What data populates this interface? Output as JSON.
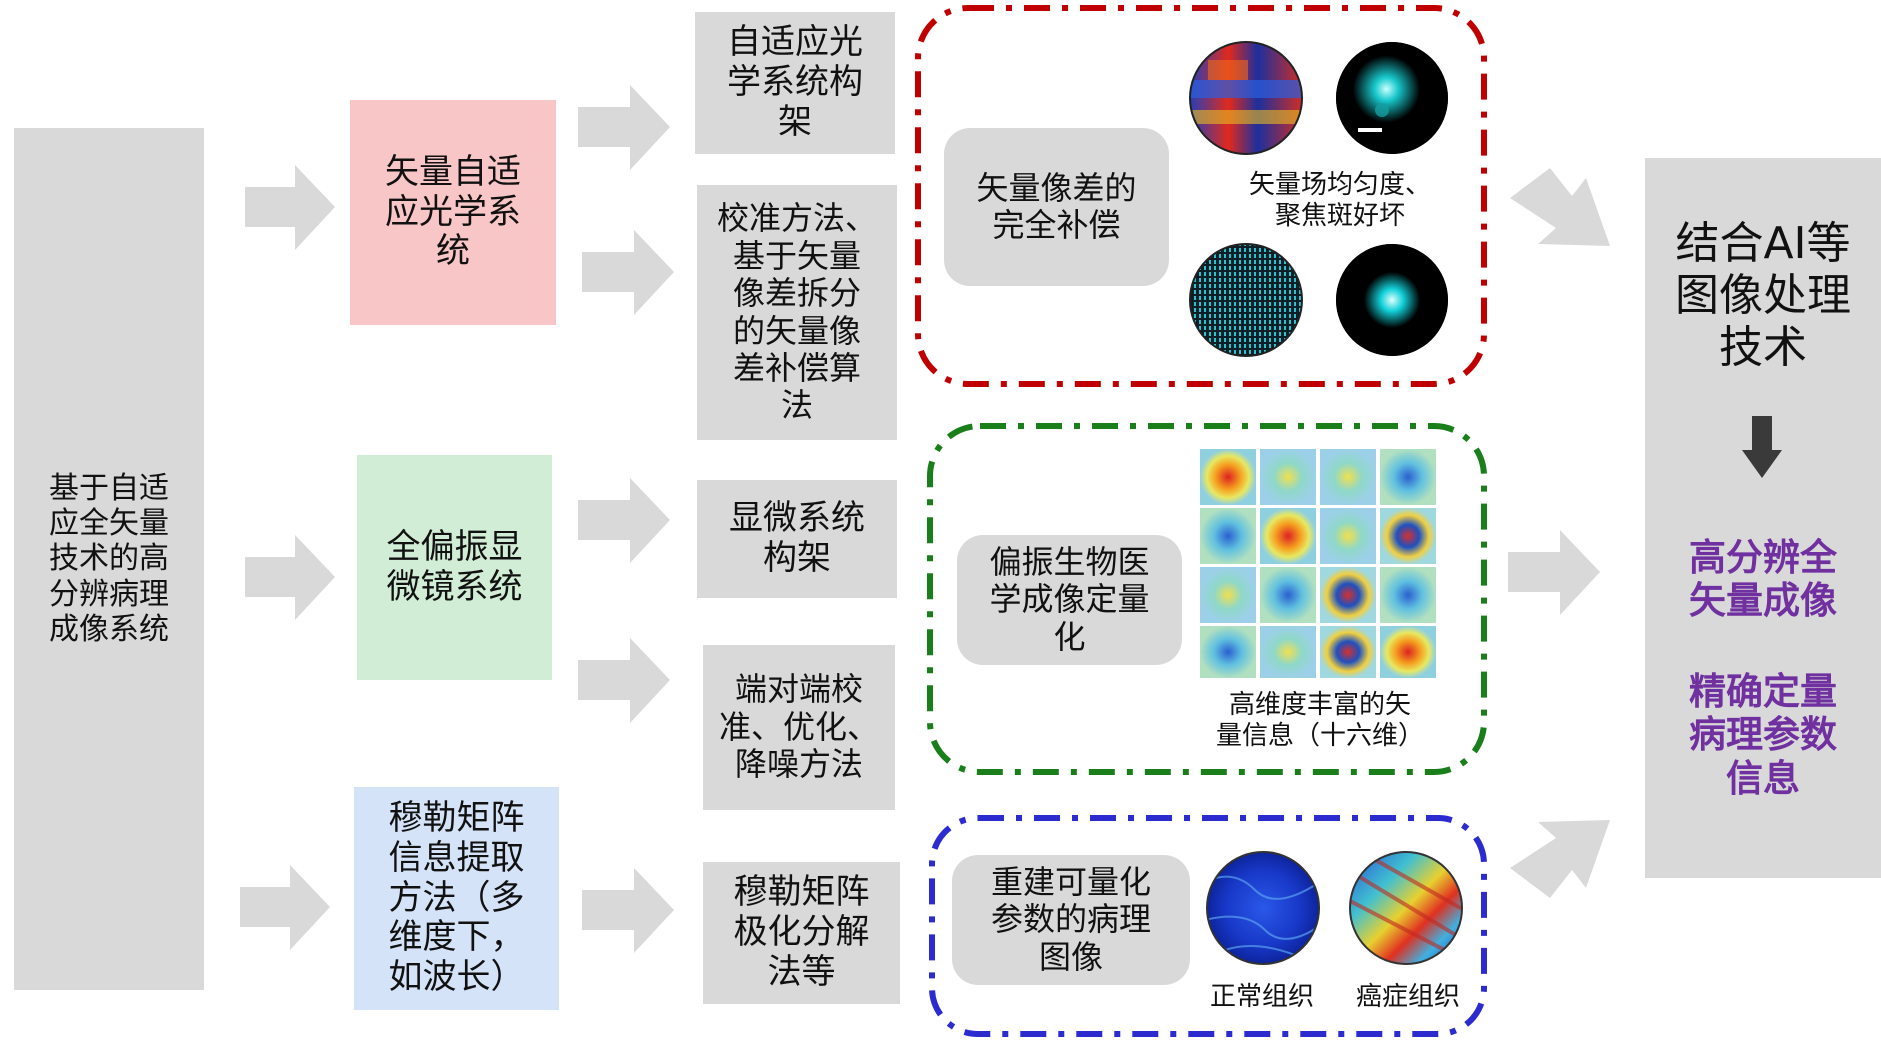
{
  "left_root": "基于自适\n应全矢量\n技术的高\n分辨病理\n成像系统",
  "stage1": {
    "vector_ao": "矢量自适\n应光学系\n统",
    "full_pol": "全偏振显\n微镜系统",
    "mueller_extract": "穆勒矩阵\n信息提取\n方法（多\n维度下，\n如波长）"
  },
  "stage2": {
    "ao_framework": "自适应光\n学系统构\n架",
    "calibration": "校准方法、\n基于矢量\n像差拆分\n的矢量像\n差补偿算\n法",
    "micro_framework": "显微系统\n构架",
    "e2e": "端对端校\n准、优化、\n降噪方法",
    "mueller_decomp": "穆勒矩阵\n极化分解\n法等"
  },
  "panel_red": {
    "label": "矢量像差的\n完全补偿",
    "caption": "矢量场均匀度、\n聚焦斑好坏",
    "color": "#c00000"
  },
  "panel_green": {
    "label": "偏振生物医\n学成像定量\n化",
    "caption": "高维度丰富的矢\n量信息（十六维）",
    "color": "#1a7f1a"
  },
  "panel_blue": {
    "label": "重建可量化\n参数的病理\n图像",
    "normal": "正常组织",
    "cancer": "癌症组织",
    "color": "#2b2bd0"
  },
  "right": {
    "title": "结合AI等\n图像处理\n技术",
    "result1": "高分辨全\n矢量成像",
    "result2": "精确定量\n病理参数\n信息",
    "accent": "#7030a0"
  },
  "icons": [
    "arrow-right-icon",
    "arrow-down-icon",
    "vector-field-image",
    "focus-spot-image",
    "mueller-matrix-grid-image",
    "tissue-image"
  ]
}
